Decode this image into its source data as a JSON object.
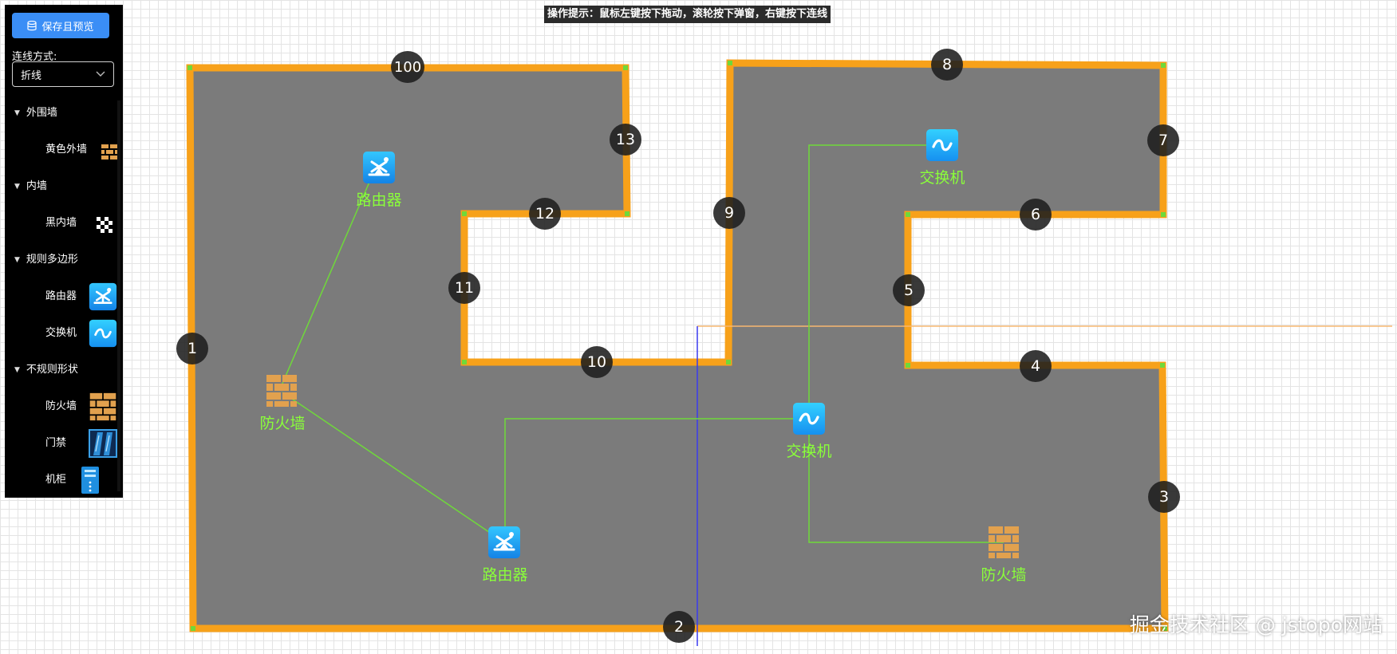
{
  "hint": "操作提示：鼠标左键按下拖动，滚轮按下弹窗，右键按下连线",
  "sidebar": {
    "save_label": "保存且预览",
    "connect_label": "连线方式:",
    "connect_value": "折线",
    "groups": [
      {
        "title": "外围墙",
        "items": [
          {
            "label": "黄色外墙",
            "icon": "yellow-brick-wall-icon"
          }
        ]
      },
      {
        "title": "内墙",
        "items": [
          {
            "label": "黑内墙",
            "icon": "checker-wall-icon"
          }
        ]
      },
      {
        "title": "规则多边形",
        "items": [
          {
            "label": "路由器",
            "icon": "router-icon"
          },
          {
            "label": "交换机",
            "icon": "switch-icon"
          }
        ]
      },
      {
        "title": "不规则形状",
        "items": [
          {
            "label": "防火墙",
            "icon": "firewall-icon"
          },
          {
            "label": "门禁",
            "icon": "access-door-icon"
          },
          {
            "label": "机柜",
            "icon": "cabinet-icon"
          }
        ]
      }
    ]
  },
  "canvas": {
    "vertex_labels": [
      "100",
      "13",
      "12",
      "11",
      "10",
      "9",
      "8",
      "7",
      "6",
      "5",
      "4",
      "3",
      "2",
      "1"
    ],
    "nodes": [
      {
        "label": "路由器",
        "icon": "router-icon"
      },
      {
        "label": "交换机",
        "icon": "switch-icon"
      },
      {
        "label": "防火墙",
        "icon": "firewall-icon"
      },
      {
        "label": "交换机",
        "icon": "switch-icon"
      },
      {
        "label": "路由器",
        "icon": "router-icon"
      },
      {
        "label": "防火墙",
        "icon": "firewall-icon"
      }
    ]
  },
  "colors": {
    "wall": "#f7a11a",
    "floor": "#7b7b7b",
    "link": "#6fd93a",
    "label_text": "#8aff3a",
    "button": "#3a8ef6",
    "guide_blue": "#3a3af0",
    "guide_orange": "#f7b870"
  },
  "watermark": "掘金技术社区 @ jstopo网站"
}
